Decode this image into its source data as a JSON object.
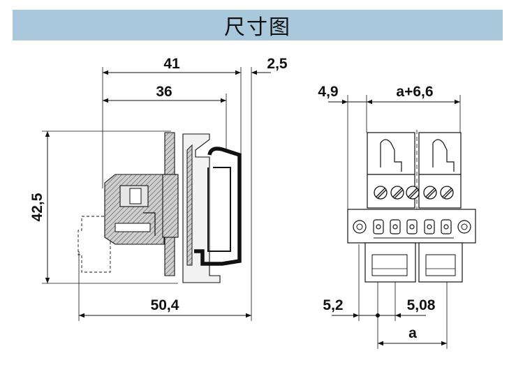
{
  "title": "尺寸图",
  "dimensions": {
    "width_41": "41",
    "width_2_5": "2,5",
    "width_36": "36",
    "height_42_5": "42,5",
    "width_50_4": "50,4",
    "offset_4_9": "4,9",
    "width_a_plus": "a+6,6",
    "offset_5_2": "5,2",
    "pitch_5_08": "5,08",
    "pitch_a": "a"
  }
}
